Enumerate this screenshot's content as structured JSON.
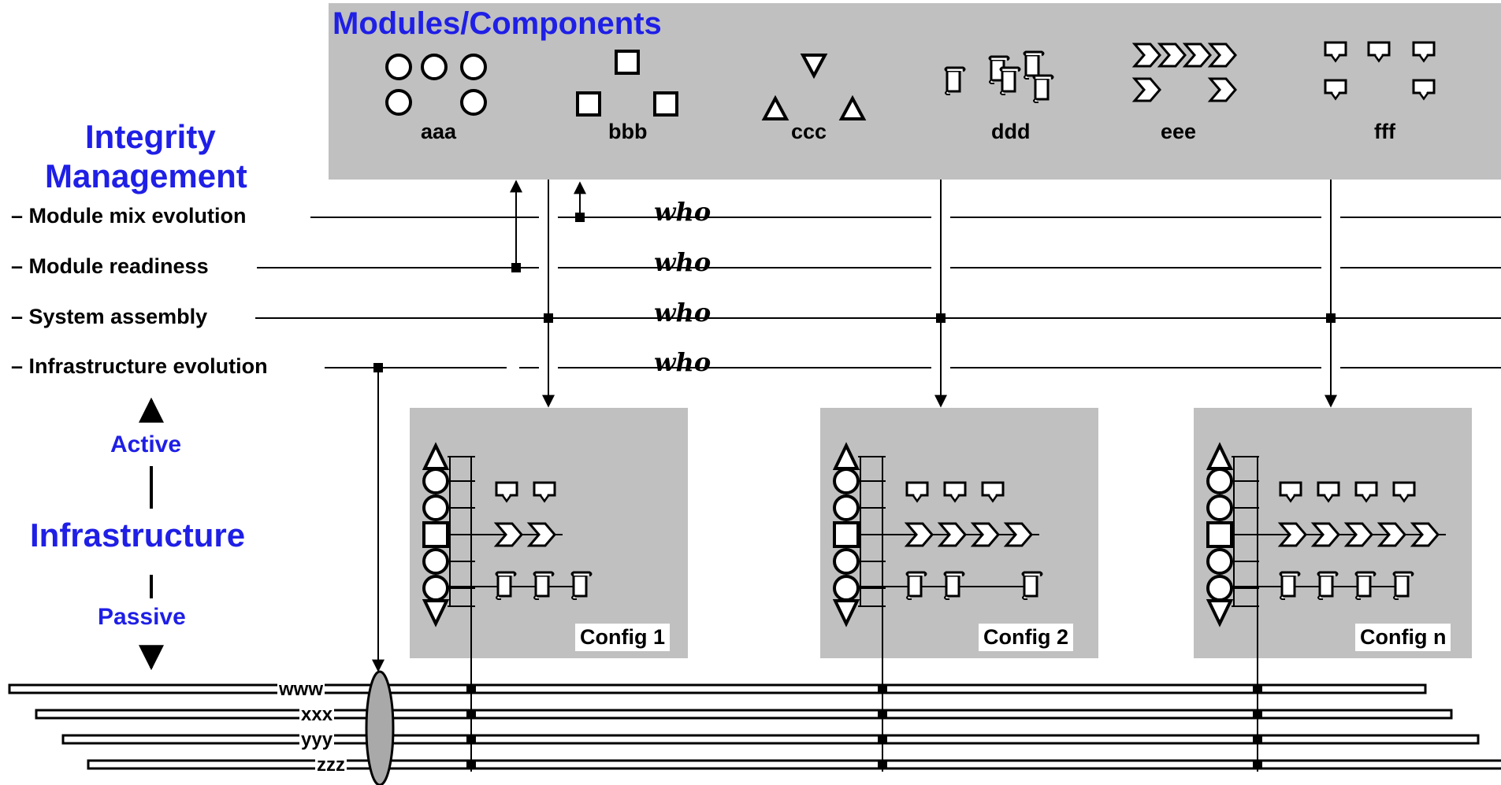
{
  "colors": {
    "heading_blue": "#1f1fe6",
    "panel_gray": "#c0c0c0",
    "line_black": "#000000"
  },
  "header": {
    "title": "Modules/Components"
  },
  "modules": [
    {
      "label": "aaa",
      "icon": "circle-icon"
    },
    {
      "label": "bbb",
      "icon": "square-icon"
    },
    {
      "label": "ccc",
      "icon": "triangle-icon"
    },
    {
      "label": "ddd",
      "icon": "scroll-icon"
    },
    {
      "label": "eee",
      "icon": "chevron-icon"
    },
    {
      "label": "fff",
      "icon": "tag-icon"
    }
  ],
  "integrity": {
    "title_line1": "Integrity",
    "title_line2": "Management",
    "activities": [
      "– Module mix evolution",
      "– Module readiness",
      "– System assembly",
      "– Infrastructure evolution"
    ],
    "who": [
      "who",
      "who",
      "who",
      "who"
    ]
  },
  "spectrum": {
    "active": "Active",
    "infrastructure": "Infrastructure",
    "passive": "Passive"
  },
  "configs": [
    {
      "label": "Config 1"
    },
    {
      "label": "Config 2"
    },
    {
      "label": "Config n"
    }
  ],
  "buses": [
    "www",
    "xxx",
    "yyy",
    "zzz"
  ]
}
